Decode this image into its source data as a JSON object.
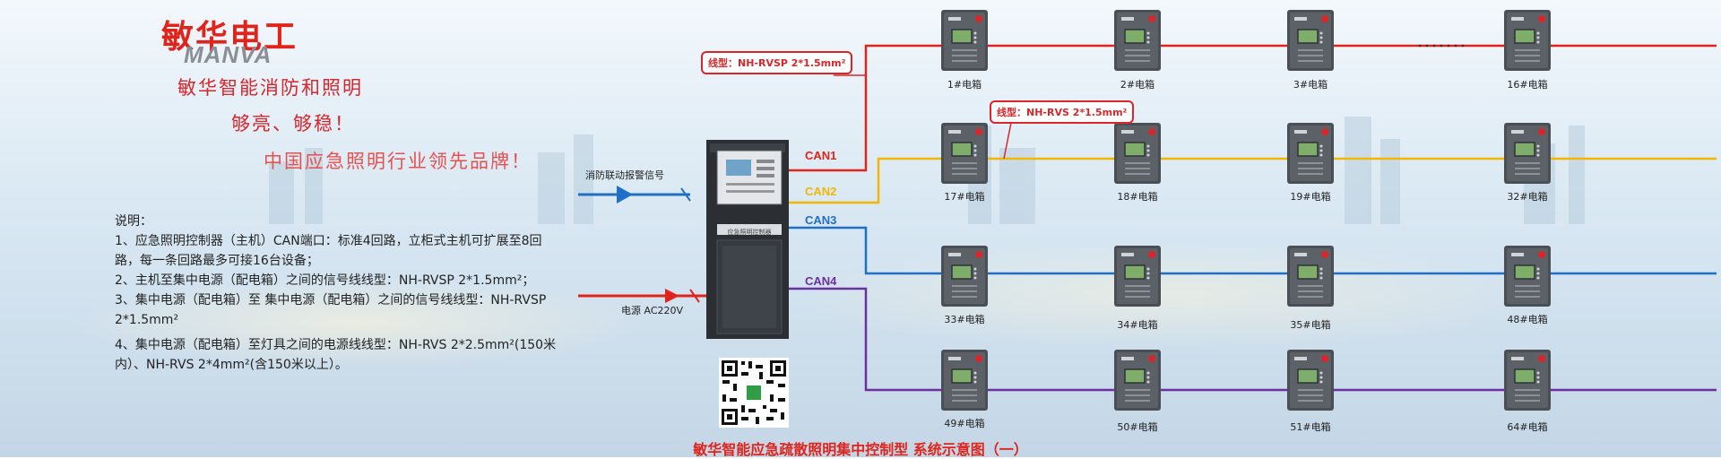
{
  "brand": {
    "name_cn": "敏华电工",
    "name_en": "MANVA"
  },
  "slogans": [
    "敏华智能消防和照明",
    "够亮、够稳！",
    "中国应急照明行业领先品牌！"
  ],
  "notes": {
    "heading": "说明：",
    "items": [
      "1、应急照明控制器（主机）CAN端口：标准4回路，立柜式主机可扩展至8回路，每一条回路最多可接16台设备；",
      "2、主机至集中电源（配电箱）之间的信号线线型：NH-RVSP 2*1.5mm²；",
      "3、集中电源（配电箱）至 集中电源（配电箱）之间的信号线线型：NH-RVSP 2*1.5mm²",
      "4、集中电源（配电箱）至灯具之间的电源线线型：NH-RVS  2*2.5mm²(150米内）、NH-RVS  2*4mm²(含150米以上）。"
    ]
  },
  "inputs": {
    "fire_signal": "消防联动报警信号",
    "power": "电源  AC220V"
  },
  "controller_panel_text": "应急照明控制器",
  "callouts": {
    "can_line": "线型：NH-RVSP 2*1.5mm²",
    "box_line": "线型：NH-RVS 2*1.5mm²"
  },
  "lines": [
    {
      "name": "CAN1",
      "color": "#e0241b",
      "boxes": [
        "1#电箱",
        "2#电箱",
        "3#电箱",
        "16#电箱"
      ]
    },
    {
      "name": "CAN2",
      "color": "#f2b705",
      "boxes": [
        "17#电箱",
        "18#电箱",
        "19#电箱",
        "32#电箱"
      ]
    },
    {
      "name": "CAN3",
      "color": "#1f6fc6",
      "boxes": [
        "33#电箱",
        "34#电箱",
        "35#电箱",
        "48#电箱"
      ]
    },
    {
      "name": "CAN4",
      "color": "#6b2fa0",
      "boxes": [
        "49#电箱",
        "50#电箱",
        "51#电箱",
        "64#电箱"
      ]
    }
  ],
  "title": "敏华智能应急疏散照明集中控制型  系统示意图（一）"
}
